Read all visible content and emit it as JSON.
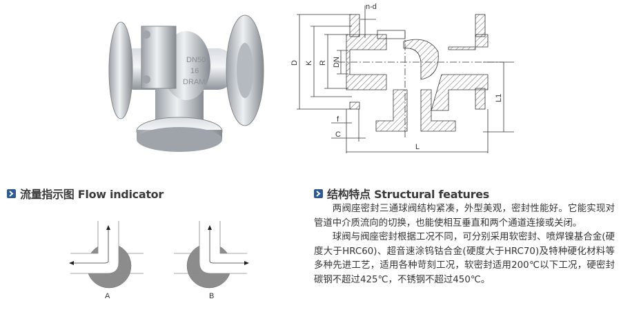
{
  "product_photo": {
    "body_marking": [
      "DN50",
      "16",
      "DRAM"
    ]
  },
  "drawing": {
    "dimension_labels": {
      "n_d": "n-d",
      "D": "D",
      "K": "K",
      "R": "R",
      "DN": "DN",
      "L1": "L1",
      "f": "f",
      "C": "C",
      "L": "L"
    }
  },
  "flow_section": {
    "title": "流量指示图 Flow indicator",
    "diagrams": [
      {
        "label": "A"
      },
      {
        "label": "B"
      }
    ]
  },
  "features_section": {
    "title": "结构特点 Structural features",
    "paragraphs": [
      "两阀座密封三通球阀结构紧凑，外型美观，密封性能好。它能实现对管道中介质流向的切换，也能使相互垂直和两个通道连接或关闭。",
      "球阀与阀座密封根据工况不同，可分别采用软密封、喷焊镍基合金(硬度大于HRC60)、超音速涂钨钴合金(硬度大于HRC70)及特种硬化材料等多种先进工艺，适用各种苛刻工况，软密封适用200℃以下工况，硬密封碳钢不超过425℃，不锈钢不超过450℃。"
    ]
  },
  "colors": {
    "accent": "#2e5a93",
    "ball_gray": "#8c8c8c"
  }
}
